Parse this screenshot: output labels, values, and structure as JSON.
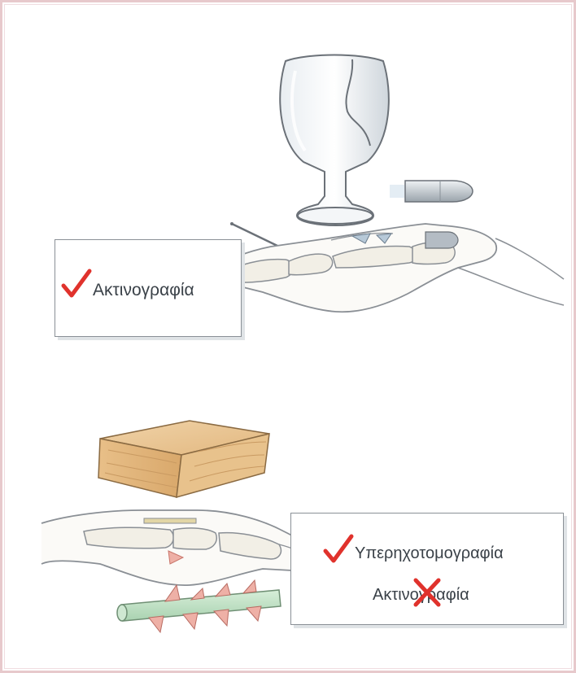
{
  "figure": {
    "panel_top": {
      "check_icon": "check-mark-icon",
      "label": "Ακτινογραφία",
      "objects": [
        "wine-glass",
        "bullet",
        "needle"
      ]
    },
    "panel_bottom": {
      "check_icon": "check-mark-icon",
      "label_primary": "Υπερηχοτομογραφία",
      "label_crossed": "Ακτινογραφία",
      "cross_icon": "red-x-icon",
      "objects": [
        "wood-block",
        "thorny-stem"
      ]
    },
    "colors": {
      "check": "#e0322c",
      "cross": "#e0322c",
      "box_border": "#8a9096",
      "bone": "#f2efe6",
      "foreign_body": "#b7c9d8",
      "thorn": "#eeb0a6",
      "stem": "#bfe0c4",
      "wood": "#e9c79a",
      "frame": "#e7c9cc"
    }
  }
}
